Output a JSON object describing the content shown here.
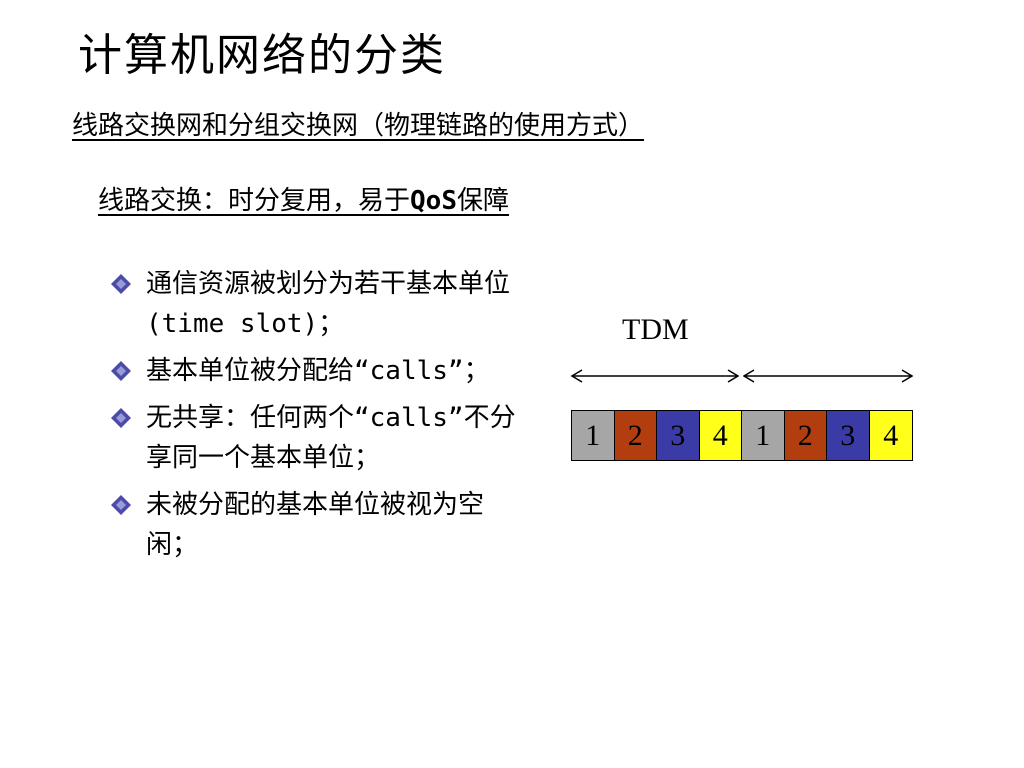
{
  "slide": {
    "title": "计算机网络的分类",
    "subtitle": "线路交换网和分组交换网（物理链路的使用方式）",
    "section_prefix": "线路交换：时分复用，易于",
    "section_qos": "QoS",
    "section_suffix": "保障",
    "bullets": [
      "通信资源被划分为若干基本单位(time slot)；",
      "基本单位被分配给“calls”；",
      "无共享：任何两个“calls”不分享同一个基本单位；",
      "未被分配的基本单位被视为空闲；"
    ]
  },
  "diagram": {
    "label": "TDM",
    "slots": [
      {
        "label": "1",
        "color": "#A6A6A6"
      },
      {
        "label": "2",
        "color": "#B23E10"
      },
      {
        "label": "3",
        "color": "#3B3BA8"
      },
      {
        "label": "4",
        "color": "#FFFF1A"
      },
      {
        "label": "1",
        "color": "#A6A6A6"
      },
      {
        "label": "2",
        "color": "#B23E10"
      },
      {
        "label": "3",
        "color": "#3B3BA8"
      },
      {
        "label": "4",
        "color": "#FFFF1A"
      }
    ],
    "bullet_color": "#4B4BA8"
  }
}
